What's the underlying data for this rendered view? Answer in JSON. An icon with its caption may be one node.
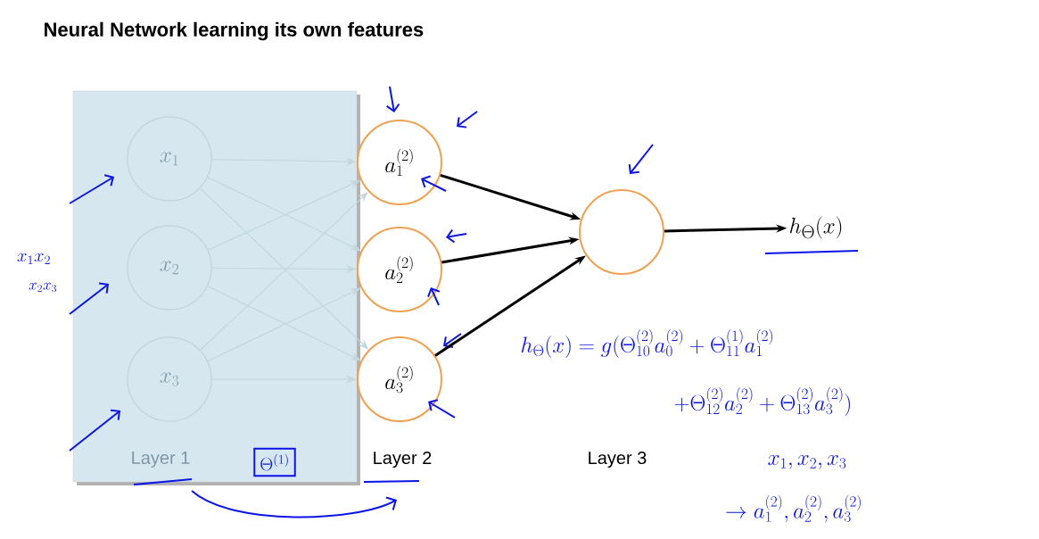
{
  "diagram": {
    "title": "Neural Network learning its own features",
    "nodes": [
      {
        "text": [
          "Layer 1"
        ]
      },
      {
        "text": [
          "x_1"
        ],
        "in": 0
      },
      {
        "text": [
          "x_2"
        ],
        "in": 0
      },
      {
        "text": [
          "x_3"
        ],
        "in": 0
      },
      {
        "text": [
          "a^{(2)}_1"
        ]
      },
      {
        "text": [
          "a^{(2)}_2"
        ]
      },
      {
        "text": [
          "a^{(2)}_3"
        ]
      },
      {
        "text": [],
        "shape": "circle"
      },
      {
        "text": [
          "h_\\Theta(x)"
        ]
      }
    ],
    "edges": [
      {
        "from": 1,
        "to": 4,
        "arrow": "to"
      },
      {
        "from": 1,
        "to": 5,
        "arrow": "to"
      },
      {
        "from": 1,
        "to": 6,
        "arrow": "to"
      },
      {
        "from": 2,
        "to": 4,
        "arrow": "to"
      },
      {
        "from": 2,
        "to": 5,
        "arrow": "to"
      },
      {
        "from": 2,
        "to": 6,
        "arrow": "to"
      },
      {
        "from": 3,
        "to": 4,
        "arrow": "to"
      },
      {
        "from": 3,
        "to": 5,
        "arrow": "to"
      },
      {
        "from": 3,
        "to": 6,
        "arrow": "to"
      },
      {
        "from": 4,
        "to": 7,
        "arrow": "to",
        "style": "thick",
        "color": "#000000"
      },
      {
        "from": 5,
        "to": 7,
        "arrow": "to",
        "style": "thick",
        "color": "#000000"
      },
      {
        "from": 6,
        "to": 7,
        "arrow": "to",
        "style": "thick",
        "color": "#000000"
      },
      {
        "from": 7,
        "to": 8,
        "arrow": "to",
        "style": "thick",
        "color": "#000000"
      }
    ],
    "labels": [
      "Layer 2",
      "Layer 3",
      "x_1x_2",
      "x_2x_3",
      "\\Theta^{(1)}",
      "h_\\Theta(x) = g(\\Theta^{(2)}_{10}a^{(2)}_0 + \\Theta^{(1)}_{11}a^{(2)}_1",
      "+ \\Theta^{(2)}_{12}a^{(2)}_2 + \\Theta^{(2)}_{13}a^{(2)}_3)",
      "x_1, x_2, x_3",
      "\\rightarrow a^{(2)}_1, a^{(2)}_2, a^{(2)}_3"
    ]
  }
}
